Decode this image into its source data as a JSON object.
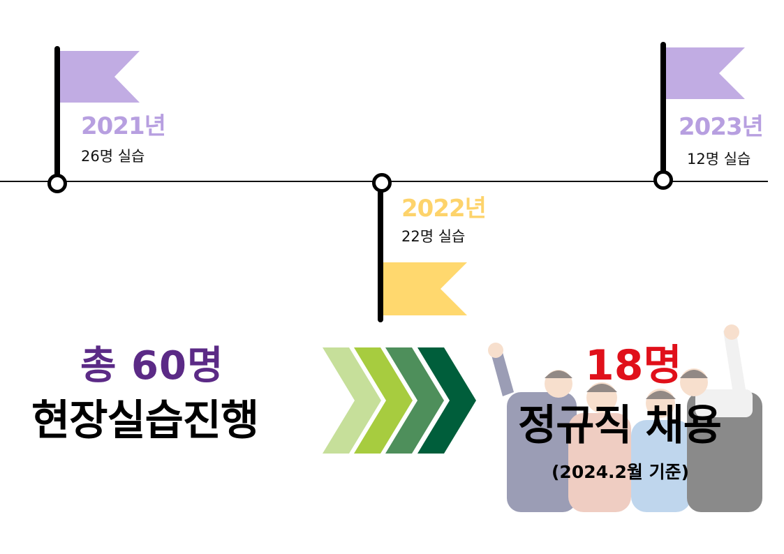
{
  "timeline": {
    "items": [
      {
        "year": "2021년",
        "count": "26명 실습"
      },
      {
        "year": "2022년",
        "count": "22명 실습"
      },
      {
        "year": "2023년",
        "count": "12명 실습"
      }
    ]
  },
  "summary": {
    "total": "총 60명",
    "activity": "현장실습진행",
    "hired": "18명",
    "hired_label": "정규직 채용",
    "basis_note": "(2024.2월 기준)"
  },
  "colors": {
    "purple_flag": "#c1ace3",
    "yellow_flag": "#ffd86e",
    "year_2021": "#b79fe0",
    "year_2022": "#fdd36b",
    "year_2023": "#b79fe0",
    "total_text": "#5b2a86",
    "hired_text": "#e0101a",
    "chevrons": [
      "#c6df9a",
      "#a7cc3f",
      "#4e8f5b",
      "#005e3b"
    ]
  },
  "icons": {
    "flags": "flag-icon",
    "arrows": "chevron-right-icon",
    "people": "celebrating-people-illustration"
  }
}
